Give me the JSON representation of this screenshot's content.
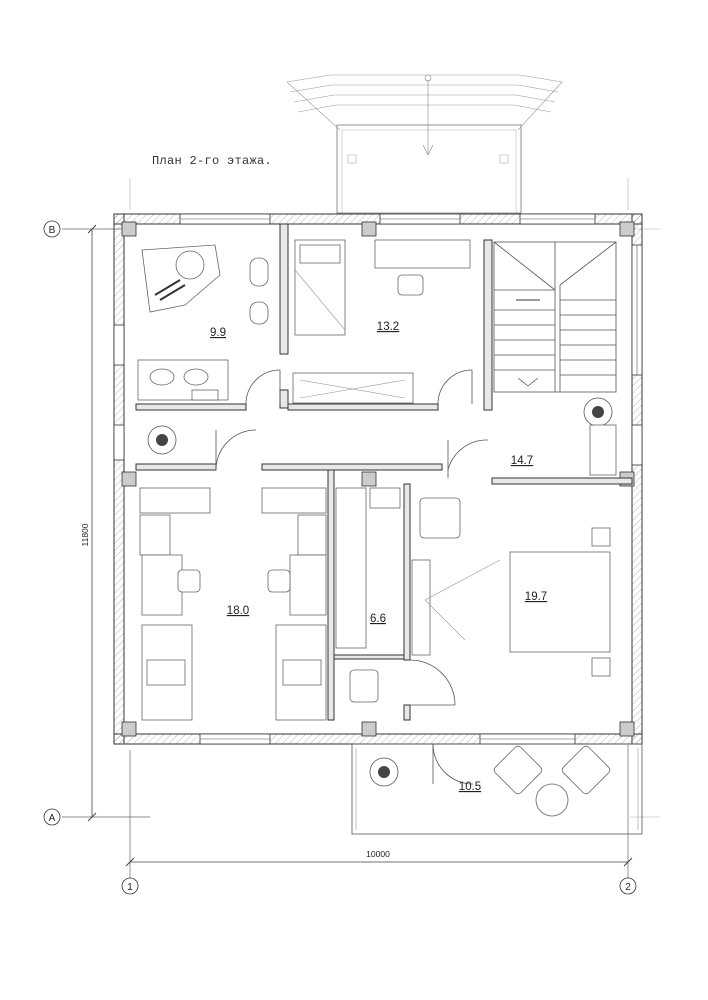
{
  "title": "План 2-го этажа.",
  "axes": {
    "row_top": "В",
    "row_bottom": "А",
    "col_left": "1",
    "col_right": "2"
  },
  "dimensions": {
    "height": "11800",
    "width": "10000"
  },
  "rooms": [
    {
      "id": "bathroom",
      "area": "9.9"
    },
    {
      "id": "bedroom-top",
      "area": "13.2"
    },
    {
      "id": "hall",
      "area": "14.7"
    },
    {
      "id": "kids-room",
      "area": "18.0"
    },
    {
      "id": "wardrobe",
      "area": "6.6"
    },
    {
      "id": "master-bedroom",
      "area": "19.7"
    },
    {
      "id": "terrace",
      "area": "10.5"
    }
  ]
}
